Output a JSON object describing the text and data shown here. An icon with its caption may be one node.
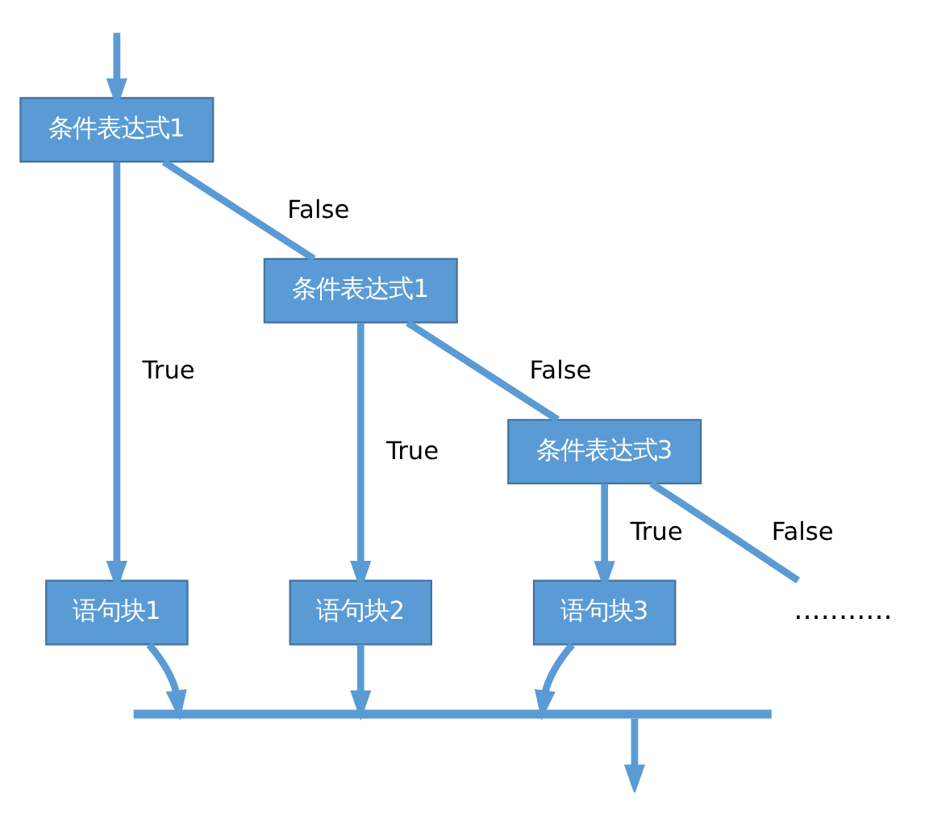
{
  "diagram": {
    "nodes": [
      {
        "text": [
          "条件表达式1"
        ]
      },
      {
        "text": [
          "条件表达式1"
        ]
      },
      {
        "text": [
          "条件表达式3"
        ]
      },
      {
        "text": [
          "语句块1"
        ]
      },
      {
        "text": [
          "语句块2"
        ]
      },
      {
        "text": [
          "语句块3"
        ]
      },
      {
        "text": [
          "..........."
        ]
      },
      {
        "text": [],
        "shape": "bar"
      }
    ],
    "edges": [
      {
        "from": null,
        "to": 0,
        "arrow": "to"
      },
      {
        "from": 0,
        "to": 1,
        "arrow": "none",
        "label": "False"
      },
      {
        "from": 0,
        "to": 3,
        "arrow": "to",
        "label": "True"
      },
      {
        "from": 1,
        "to": 2,
        "arrow": "none",
        "label": "False"
      },
      {
        "from": 1,
        "to": 4,
        "arrow": "to",
        "label": "True"
      },
      {
        "from": 2,
        "to": 6,
        "arrow": "none",
        "label": "False"
      },
      {
        "from": 2,
        "to": 5,
        "arrow": "to",
        "label": "True"
      },
      {
        "from": 3,
        "to": 7,
        "arrow": "to"
      },
      {
        "from": 4,
        "to": 7,
        "arrow": "to"
      },
      {
        "from": 5,
        "to": 7,
        "arrow": "to"
      },
      {
        "from": 7,
        "to": null,
        "arrow": "to"
      }
    ]
  }
}
